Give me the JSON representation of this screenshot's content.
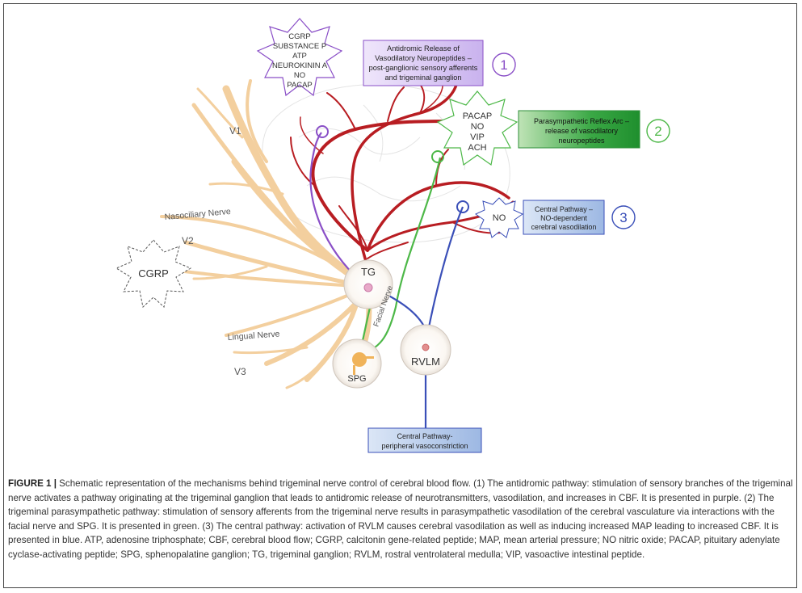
{
  "colors": {
    "nerve": "#f3cf9e",
    "artery": "#b81d22",
    "purple": "#8a4fc7",
    "green": "#4db848",
    "blue": "#3a4fb8",
    "purple_box": "#d8c7f0",
    "green_box": "#2fa43a",
    "blue_box": "#a9c1e6"
  },
  "star_purple": [
    "CGRP",
    "SUBSTANCE P",
    "ATP",
    "NEUROKININ A",
    "NO",
    "PACAP"
  ],
  "star_green": [
    "PACAP",
    "NO",
    "VIP",
    "ACH"
  ],
  "star_blue": "NO",
  "star_cgrp": "CGRP",
  "box_purple": [
    "Antidromic Release of",
    "Vasodilatory Neuropeptides –",
    "post-ganglionic sensory afferents",
    "and trigeminal ganglion"
  ],
  "box_green": [
    "Parasympathetic Reflex Arc –",
    "release of vasodilatory",
    "neuropeptides"
  ],
  "box_blue": [
    "Central Pathway –",
    "NO-dependent",
    "cerebral vasodilation"
  ],
  "box_bottom": [
    "Central Pathway-",
    "peripheral vasoconstriction"
  ],
  "num_1": "1",
  "num_2": "2",
  "num_3": "3",
  "label_v1": "V1",
  "label_v2": "V2",
  "label_v3": "V3",
  "label_nasociliary": "Nasociliary Nerve",
  "label_lingual": "Lingual Nerve",
  "label_facial": "Facial Nerve",
  "label_tg": "TG",
  "label_spg": "SPG",
  "label_rvlm": "RVLM",
  "caption_label": "FIGURE 1 |",
  "caption_text": " Schematic representation of the mechanisms behind trigeminal nerve control of cerebral blood flow. (1) The antidromic pathway: stimulation of sensory branches of the trigeminal nerve activates a pathway originating at the trigeminal ganglion that leads to antidromic release of neurotransmitters, vasodilation, and increases in CBF. It is presented in purple. (2) The trigeminal parasympathetic pathway: stimulation of sensory afferents from the trigeminal nerve results in parasympathetic vasodilation of the cerebral vasculature via interactions with the facial nerve and SPG. It is presented in green. (3) The central pathway: activation of RVLM causes cerebral vasodilation as well as inducing increased MAP leading to increased CBF. It is presented in blue. ATP, adenosine triphosphate; CBF, cerebral blood flow; CGRP, calcitonin gene-related peptide; MAP, mean arterial pressure; NO nitric oxide; PACAP, pituitary adenylate cyclase-activating peptide; SPG, sphenopalatine ganglion; TG, trigeminal ganglion; RVLM, rostral ventrolateral medulla; VIP, vasoactive intestinal peptide."
}
